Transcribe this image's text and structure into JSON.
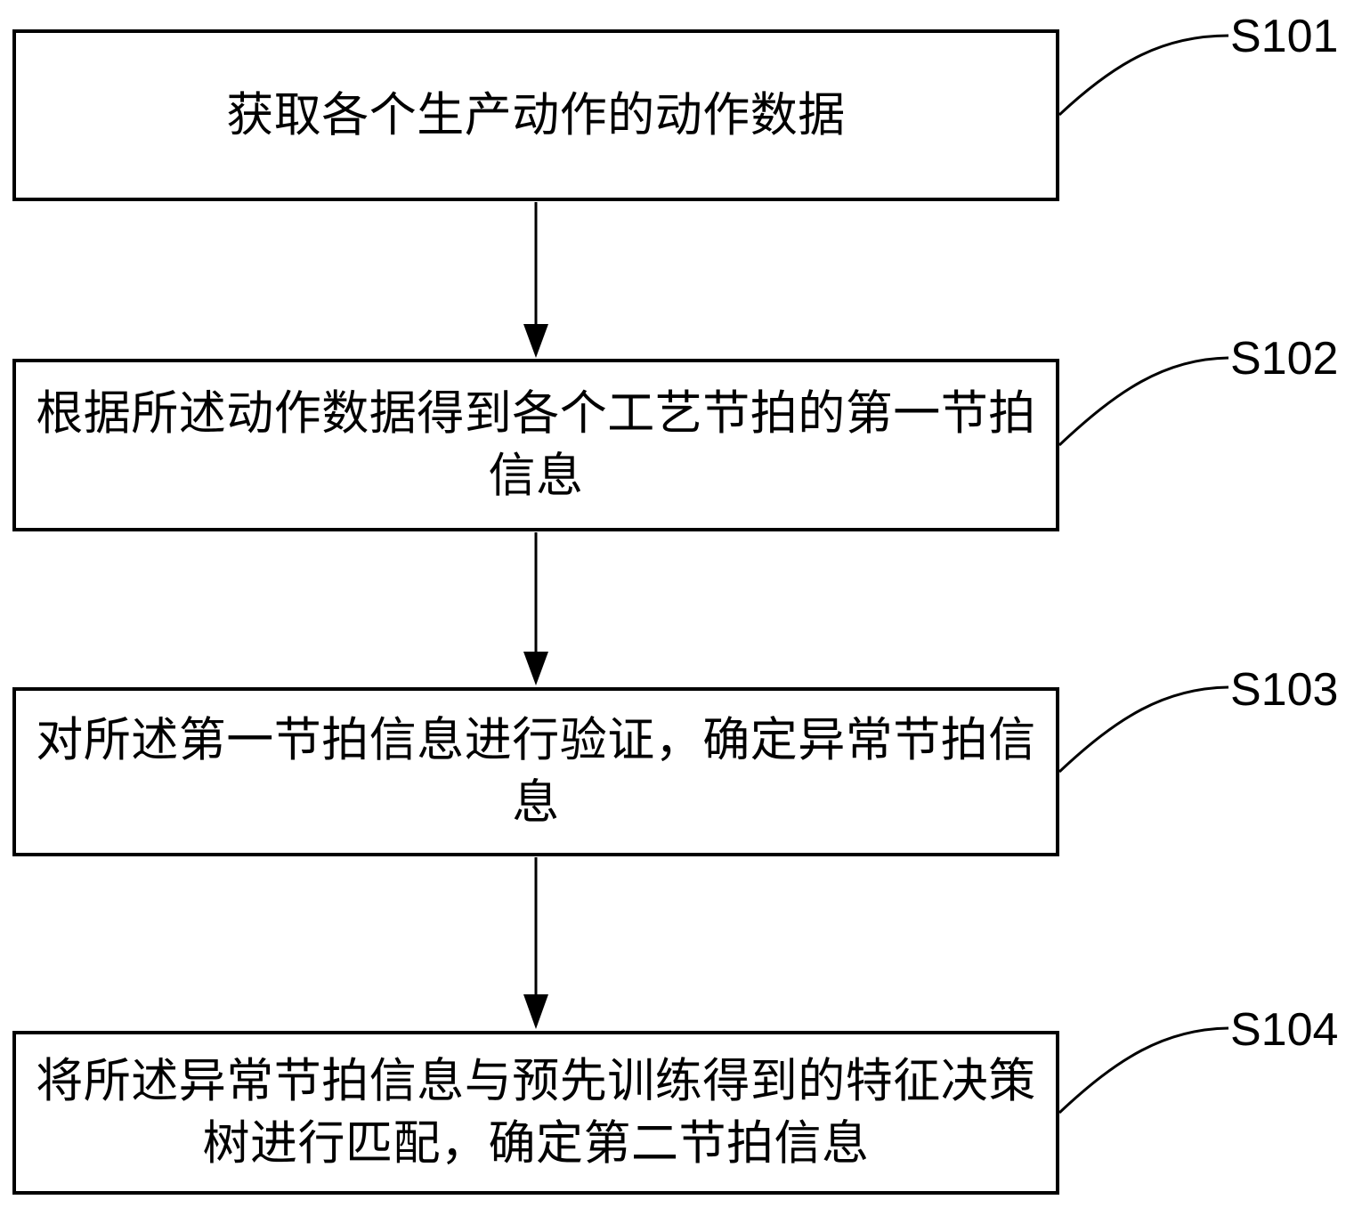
{
  "diagram": {
    "type": "flowchart",
    "stroke_color": "#000000",
    "background_color": "#ffffff",
    "steps": [
      {
        "label": "S101",
        "lines": [
          "获取各个生产动作的动作数据"
        ]
      },
      {
        "label": "S102",
        "lines": [
          "根据所述动作数据得到各个工艺节拍的第一节拍",
          "信息"
        ]
      },
      {
        "label": "S103",
        "lines": [
          "对所述第一节拍信息进行验证，确定异常节拍信",
          "息"
        ]
      },
      {
        "label": "S104",
        "lines": [
          "将所述异常节拍信息与预先训练得到的特征决策",
          "树进行匹配，确定第二节拍信息"
        ]
      }
    ]
  }
}
